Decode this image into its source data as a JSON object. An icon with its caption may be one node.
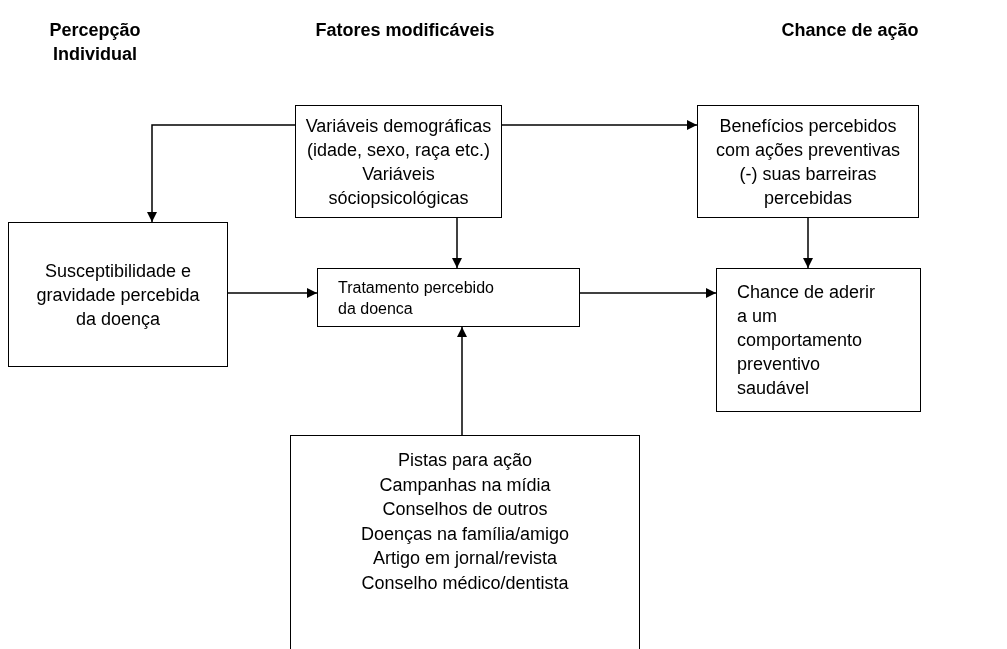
{
  "diagram": {
    "nodes": [
      {
        "text": [
          "Variáveis demográficas (idade, sexo, raça etc.)",
          "Variáveis sóciopsicológicas"
        ]
      },
      {
        "text": [
          "Benefícios percebidos com ações preventivas (-) suas barreiras percebidas"
        ]
      },
      {
        "text": [
          "Susceptibilidade e gravidade percebida da doença"
        ]
      },
      {
        "text": [
          "Tratamento percebido da doenca"
        ]
      },
      {
        "text": [
          "Chance de aderir a um comportamento preventivo saudável"
        ]
      },
      {
        "text": [
          "Pistas para ação",
          "Campanhas na mídia",
          "Conselhos de outros",
          "Doenças na família/amigo",
          "Artigo em jornal/revista",
          "Conselho médico/dentista"
        ]
      }
    ],
    "edges": [
      {
        "from": 0,
        "to": 2,
        "arrow": "to"
      },
      {
        "from": 0,
        "to": 1,
        "arrow": "to"
      },
      {
        "from": 0,
        "to": 3,
        "arrow": "to"
      },
      {
        "from": 1,
        "to": 4,
        "arrow": "to"
      },
      {
        "from": 2,
        "to": 3,
        "arrow": "to"
      },
      {
        "from": 3,
        "to": 4,
        "arrow": "to"
      },
      {
        "from": 5,
        "to": 3,
        "arrow": "to"
      }
    ],
    "labels": [
      "Percepção Individual",
      "Fatores modificáveis",
      "Chance de ação"
    ]
  }
}
